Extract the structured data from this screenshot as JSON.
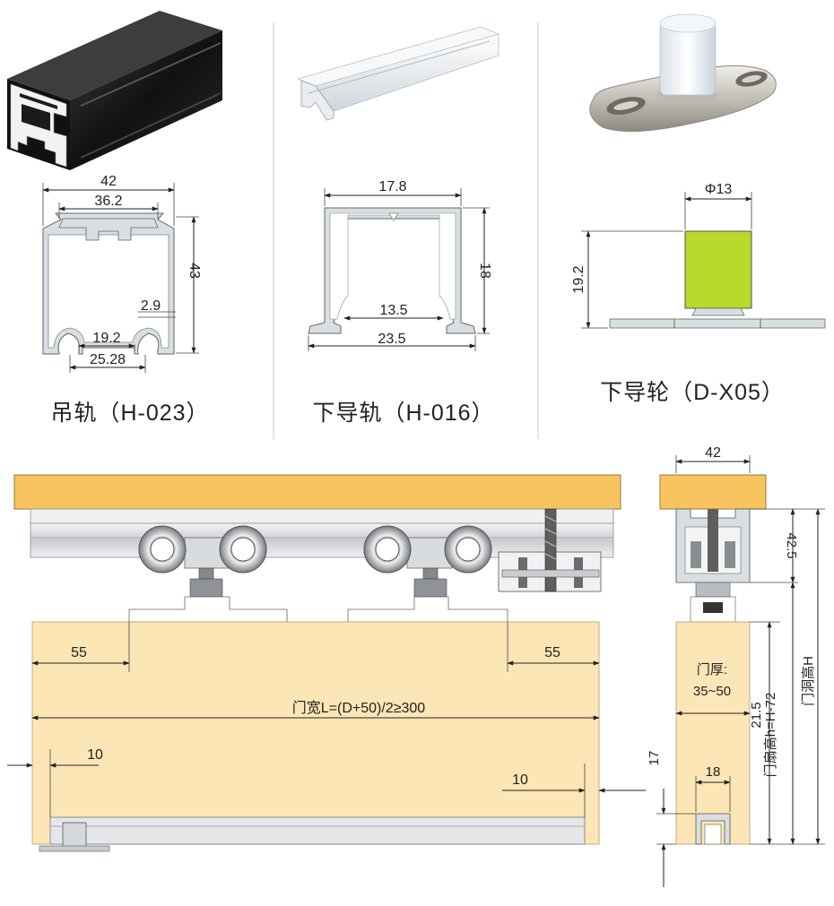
{
  "products": {
    "hanging_rail": {
      "caption": "吊轨（H-023）",
      "dims": {
        "overall_width": "42",
        "inner_width": "36.2",
        "height": "43",
        "wall": "2.9",
        "slot_inner": "19.2",
        "slot_outer": "25.28"
      }
    },
    "bottom_rail": {
      "caption": "下导轨（H-016）",
      "dims": {
        "top_width": "17.8",
        "height": "18",
        "inner_bottom": "13.5",
        "overall_bottom": "23.5"
      }
    },
    "bottom_wheel": {
      "caption": "下导轮（D-X05）",
      "dims": {
        "diameter": "Φ13",
        "height": "19.2"
      }
    }
  },
  "assembly_front": {
    "dims": {
      "left_offset": "55",
      "right_offset": "55",
      "door_width": "门宽L=(D+50)/2≥300",
      "left_gap": "10",
      "right_gap": "10"
    }
  },
  "assembly_side": {
    "dims": {
      "rail_width": "42",
      "top_height": "42.5",
      "door_thickness_label": "门厚:",
      "door_thickness_value": "35~50",
      "gap": "21.5",
      "door_height": "门扇高h=H-72",
      "opening_height": "门洞高H",
      "bottom_offset": "17",
      "bottom_width": "18"
    }
  },
  "colors": {
    "wood": "#fce6b5",
    "wood_top": "#f7c45f",
    "wheel_green": "#b8d82c",
    "rail_black": "#1b1b1b"
  }
}
